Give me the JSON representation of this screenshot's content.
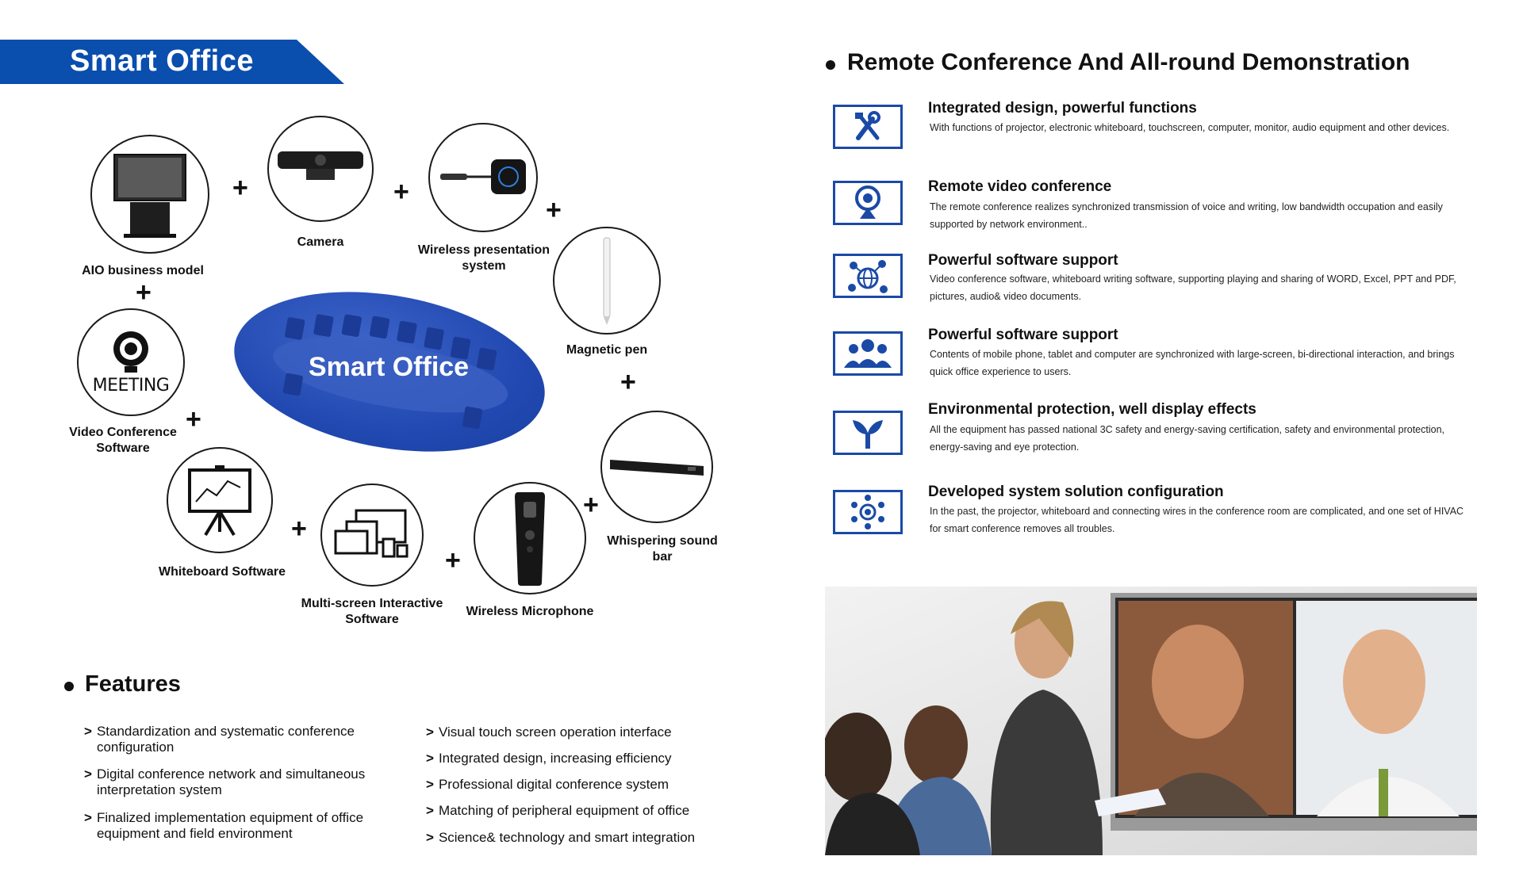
{
  "header": {
    "title": "Smart Office"
  },
  "diagram": {
    "center_label": "Smart Office",
    "items": [
      {
        "label": "AIO business model"
      },
      {
        "label": "Camera"
      },
      {
        "label": "Wireless presentation system"
      },
      {
        "label": "Magnetic pen"
      },
      {
        "label": "Video Conference Software",
        "icon_text": "MEETING"
      },
      {
        "label": "Whispering sound bar"
      },
      {
        "label": "Whiteboard Software"
      },
      {
        "label": "Multi-screen Interactive Software"
      },
      {
        "label": "Wireless Microphone"
      }
    ],
    "plus_symbol": "+"
  },
  "features": {
    "heading": "Features",
    "marker": ">",
    "left": [
      "Standardization and systematic conference configuration",
      "Digital conference network and simultaneous interpretation system",
      "Finalized implementation equipment of office equipment and field environment"
    ],
    "right": [
      "Visual touch screen operation interface",
      "Integrated design, increasing efficiency",
      "Professional digital conference system",
      "Matching of peripheral equipment of office",
      "Science& technology and smart integration"
    ]
  },
  "remote": {
    "heading": "Remote Conference And All-round Demonstration",
    "items": [
      {
        "icon": "tools-icon",
        "title": "Integrated design, powerful functions",
        "desc": "With functions of projector, electronic whiteboard, touchscreen, computer, monitor, audio equipment and other devices."
      },
      {
        "icon": "webcam-icon",
        "title": "Remote video conference",
        "desc": "The remote conference realizes synchronized transmission of voice and writing, low bandwidth occupation and easily supported by network environment.."
      },
      {
        "icon": "network-globe-icon",
        "title": "Powerful software support",
        "desc": "Video conference software, whiteboard writing software, supporting playing and sharing of WORD, Excel, PPT and PDF, pictures, audio& video documents."
      },
      {
        "icon": "users-group-icon",
        "title": "Powerful software support",
        "desc": "Contents of mobile phone, tablet and computer are synchronized with large-screen, bi-directional interaction, and brings quick office experience to users."
      },
      {
        "icon": "leaf-sprout-icon",
        "title": "Environmental protection, well display effects",
        "desc": "All the equipment has passed national 3C safety and energy-saving certification, safety and environmental protection, energy-saving and eye protection."
      },
      {
        "icon": "system-config-icon",
        "title": "Developed system solution configuration",
        "desc": "In the past, the projector, whiteboard and connecting wires in the conference room are complicated, and one set of HIVAC for smart conference removes all troubles."
      }
    ]
  },
  "colors": {
    "brand_blue": "#0a4eae",
    "icon_blue": "#1a4aa6",
    "ellipse_blue": "#2149b1"
  }
}
